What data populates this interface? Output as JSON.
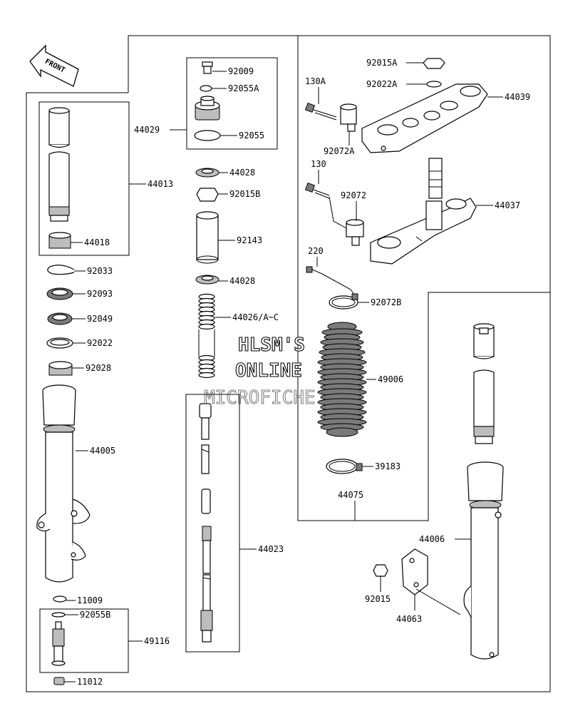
{
  "front_label": "FRONT",
  "watermark": [
    "HLSM'S",
    "ONLINE",
    "MICROFICHE"
  ],
  "labels": {
    "p92009": "92009",
    "p92055A": "92055A",
    "p44029": "44029",
    "p92055": "92055",
    "p44028a": "44028",
    "p92015B": "92015B",
    "p92143": "92143",
    "p44028b": "44028",
    "p44026": "44026/A~C",
    "p44023": "44023",
    "p44013": "44013",
    "p44018": "44018",
    "p92033": "92033",
    "p92093": "92093",
    "p92049": "92049",
    "p92022": "92022",
    "p92028": "92028",
    "p44005": "44005",
    "p11009": "11009",
    "p92055B": "92055B",
    "p49116": "49116",
    "p11012": "11012",
    "p92015A": "92015A",
    "p92022A": "92022A",
    "p130A": "130A",
    "p44039": "44039",
    "p92072A": "92072A",
    "p130": "130",
    "p92072": "92072",
    "p44037": "44037",
    "p220": "220",
    "p92072B": "92072B",
    "p49006": "49006",
    "p39183": "39183",
    "p44075": "44075",
    "p44006": "44006",
    "p92015": "92015",
    "p44063": "44063"
  }
}
